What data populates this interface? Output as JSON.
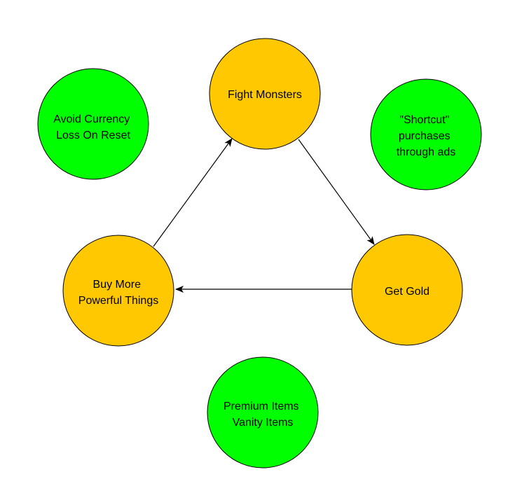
{
  "colors": {
    "core": "#ffc800",
    "monetization": "#00ff00",
    "outline": "#000000",
    "background": "#ffffff"
  },
  "nodes": {
    "fight_monsters": {
      "lines": [
        "Fight Monsters"
      ],
      "group": "core"
    },
    "get_gold": {
      "lines": [
        "Get Gold"
      ],
      "group": "core"
    },
    "buy_things": {
      "lines": [
        "Buy More",
        "Powerful Things"
      ],
      "group": "core"
    },
    "avoid_loss": {
      "lines": [
        "Avoid Currency",
        "Loss On Reset"
      ],
      "group": "monetization"
    },
    "shortcut": {
      "lines": [
        "\"Shortcut\"",
        "purchases",
        "through ads"
      ],
      "group": "monetization"
    },
    "premium": {
      "lines": [
        "Premium Items",
        "Vanity Items"
      ],
      "group": "monetization"
    }
  },
  "edges": [
    {
      "from": "fight_monsters",
      "to": "get_gold"
    },
    {
      "from": "get_gold",
      "to": "buy_things"
    },
    {
      "from": "buy_things",
      "to": "fight_monsters"
    }
  ]
}
